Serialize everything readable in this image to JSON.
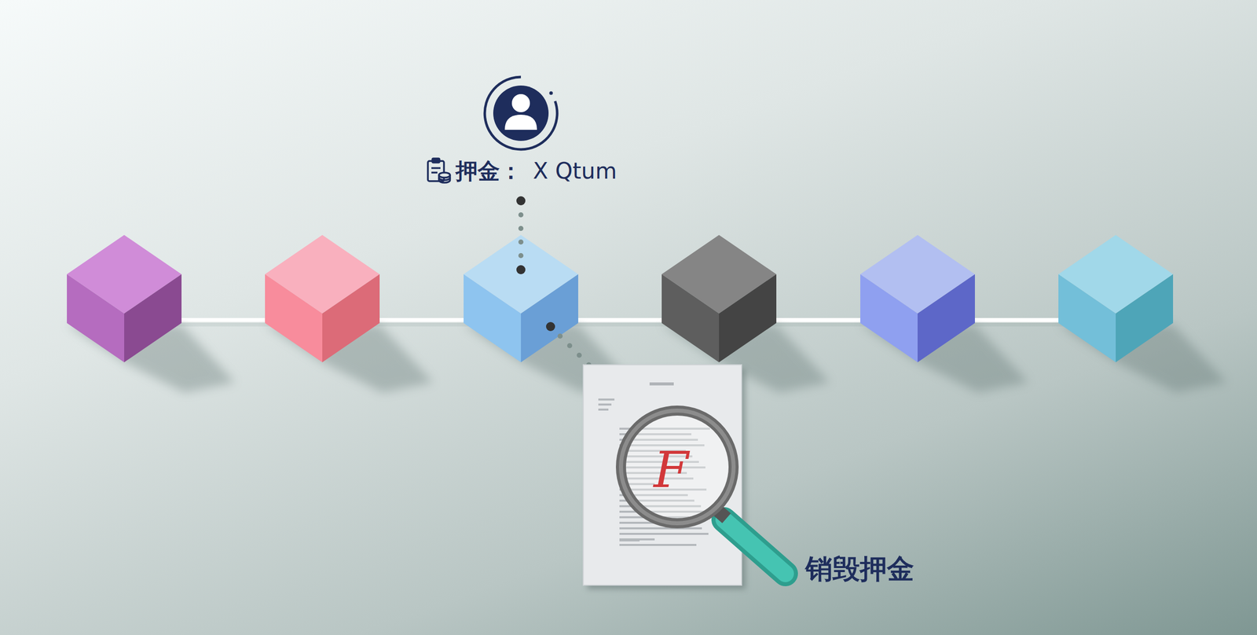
{
  "diagram": {
    "labels": [
      "押金：",
      "X Qtum",
      "F",
      "销毁押金"
    ]
  }
}
